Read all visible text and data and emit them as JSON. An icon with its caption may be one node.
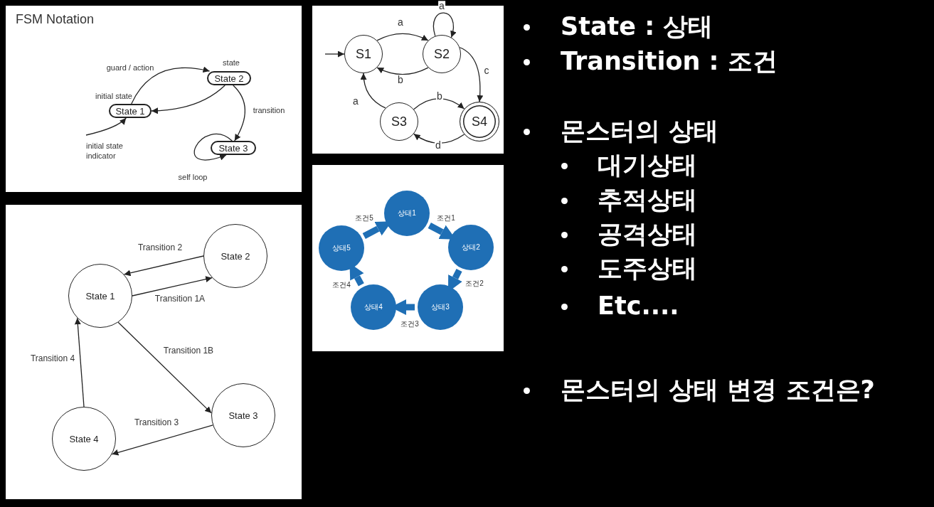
{
  "diagram": {
    "nodes": [
      {
        "text": [
          "FSM Notation"
        ]
      },
      {
        "text": [
          "State 1"
        ],
        "in": 0,
        "beside": [
          "initial state"
        ]
      },
      {
        "text": [
          "State 2"
        ],
        "in": 0,
        "beside": [
          "state"
        ]
      },
      {
        "text": [
          "State 3"
        ],
        "in": 0
      },
      {
        "text": [],
        "shape": "box"
      },
      {
        "text": [
          "S1"
        ],
        "in": 4
      },
      {
        "text": [
          "S2"
        ],
        "in": 4
      },
      {
        "text": [
          "S3"
        ],
        "in": 4
      },
      {
        "text": [
          "S4"
        ],
        "in": 4
      },
      {
        "text": [],
        "shape": "box"
      },
      {
        "text": [
          "상태1"
        ],
        "in": 9
      },
      {
        "text": [
          "상태2"
        ],
        "in": 9
      },
      {
        "text": [
          "상태3"
        ],
        "in": 9
      },
      {
        "text": [
          "상태4"
        ],
        "in": 9
      },
      {
        "text": [
          "상태5"
        ],
        "in": 9
      },
      {
        "text": [],
        "shape": "box"
      },
      {
        "text": [
          "State 1"
        ],
        "in": 15
      },
      {
        "text": [
          "State 2"
        ],
        "in": 15
      },
      {
        "text": [
          "State 3"
        ],
        "in": 15
      },
      {
        "text": [
          "State 4"
        ],
        "in": 15
      }
    ],
    "edges": [
      {
        "from": null,
        "to": 1,
        "arrow": "to",
        "label": "initial state indicator"
      },
      {
        "from": 1,
        "to": 2,
        "arrow": "to",
        "label": "guard / action"
      },
      {
        "from": 2,
        "to": 1,
        "arrow": "to"
      },
      {
        "from": 2,
        "to": 3,
        "arrow": "to",
        "label": "transition"
      },
      {
        "from": 3,
        "to": 3,
        "arrow": "to",
        "label": "self loop"
      },
      {
        "from": null,
        "to": 5,
        "arrow": "to"
      },
      {
        "from": 5,
        "to": 6,
        "arrow": "to",
        "label": "a"
      },
      {
        "from": 6,
        "to": 6,
        "arrow": "to",
        "label": "a"
      },
      {
        "from": 6,
        "to": 5,
        "arrow": "to",
        "label": "b"
      },
      {
        "from": 6,
        "to": 8,
        "arrow": "to",
        "label": "c"
      },
      {
        "from": 7,
        "to": 5,
        "arrow": "to",
        "label": "a"
      },
      {
        "from": 7,
        "to": 8,
        "arrow": "to",
        "label": "b"
      },
      {
        "from": 8,
        "to": 7,
        "arrow": "to",
        "label": "d"
      },
      {
        "from": 10,
        "to": 11,
        "arrow": "to",
        "label": "조건1",
        "style": "thick",
        "color": "#1f6fb5"
      },
      {
        "from": 11,
        "to": 12,
        "arrow": "to",
        "label": "조건2",
        "style": "thick",
        "color": "#1f6fb5"
      },
      {
        "from": 12,
        "to": 13,
        "arrow": "to",
        "label": "조건3",
        "style": "thick",
        "color": "#1f6fb5"
      },
      {
        "from": 13,
        "to": 14,
        "arrow": "to",
        "label": "조건4",
        "style": "thick",
        "color": "#1f6fb5"
      },
      {
        "from": 14,
        "to": 10,
        "arrow": "to",
        "label": "조건5",
        "style": "thick",
        "color": "#1f6fb5"
      },
      {
        "from": 16,
        "to": 17,
        "arrow": "to",
        "label": "Transition 1A"
      },
      {
        "from": 17,
        "to": 16,
        "arrow": "to",
        "label": "Transition 2"
      },
      {
        "from": 16,
        "to": 18,
        "arrow": "to",
        "label": "Transition 1B"
      },
      {
        "from": 18,
        "to": 19,
        "arrow": "to",
        "label": "Transition 3"
      },
      {
        "from": 19,
        "to": 16,
        "arrow": "to",
        "label": "Transition 4"
      }
    ],
    "labels": [
      "State : 상태",
      "Transition : 조건",
      "몬스터의 상태",
      "대기상태",
      "추적상태",
      "공격상태",
      "도주상태",
      "Etc....",
      "몬스터의 상태 변경 조건은?"
    ]
  }
}
